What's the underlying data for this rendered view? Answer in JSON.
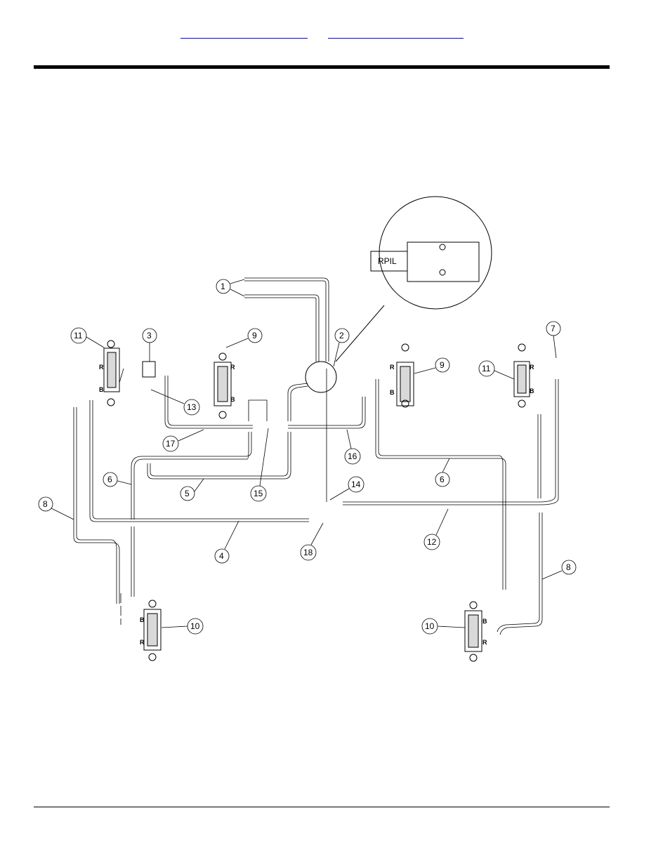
{
  "header": {
    "links": [
      {
        "text": ""
      },
      {
        "text": ""
      }
    ]
  },
  "diagram": {
    "detail_label": "RPIL",
    "callouts": [
      "1",
      "2",
      "3",
      "4",
      "5",
      "6",
      "7",
      "8",
      "9",
      "10",
      "11",
      "12",
      "13",
      "14",
      "15",
      "16",
      "17",
      "18"
    ],
    "port_labels": {
      "rod": "R",
      "base": "B"
    }
  }
}
